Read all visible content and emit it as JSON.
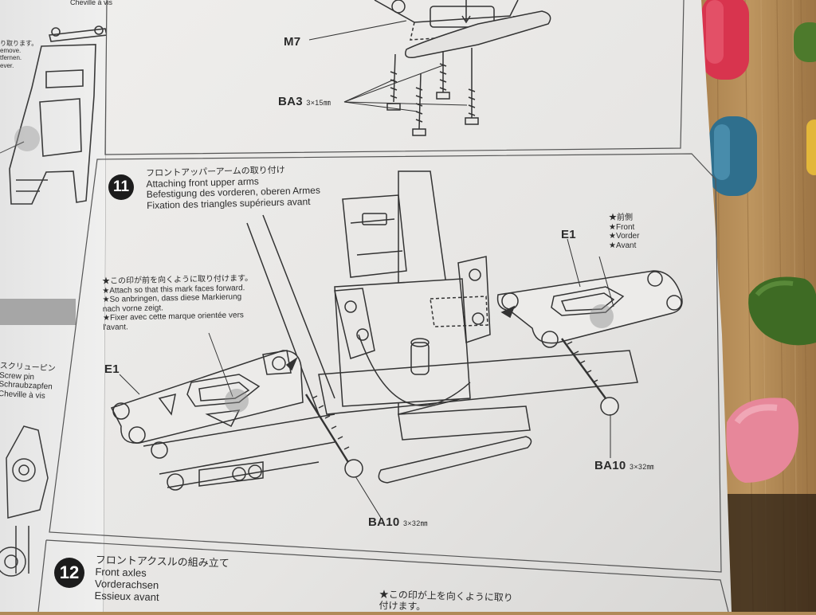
{
  "left_strip": {
    "top_caption": "Cheville à vis",
    "mid_note": [
      "り取ります。",
      "emove.",
      "tfernen.",
      "ever."
    ],
    "screw_caption": [
      "スクリューピン",
      "Screw pin",
      "Schraubzapfen",
      "Cheville à vis"
    ]
  },
  "top_step": {
    "part_label": "M7",
    "screw_label": "BA3",
    "screw_size": "3×15㎜"
  },
  "step11": {
    "number": "11",
    "titles": [
      "フロントアッパーアームの取り付け",
      "Attaching front upper arms",
      "Befestigung des vorderen, oberen Armes",
      "Fixation des triangles supérieurs avant"
    ],
    "front_note": [
      "★前側",
      "★Front",
      "★Vorder",
      "★Avant"
    ],
    "mark_note": [
      "★この印が前を向くように取り付けます。",
      "★Attach so that this mark faces forward.",
      "★So anbringen, dass diese Markierung",
      "nach vorne zeigt.",
      "★Fixer avec cette marque orientée vers",
      "l'avant."
    ],
    "arm_left_label": "E1",
    "arm_right_label": "E1",
    "screw_right_label": "BA10",
    "screw_right_size": "3×32㎜",
    "screw_bottom_label": "BA10",
    "screw_bottom_size": "3×32㎜"
  },
  "step12": {
    "number": "12",
    "titles": [
      "フロントアクスルの組み立て",
      "Front axles",
      "Vorderachsen",
      "Essieux avant"
    ],
    "note": [
      "★この印が上を向くように取り",
      "付けます。"
    ]
  },
  "colors": {
    "paper": "#e9e8e6",
    "ink": "#2b2b2b",
    "table": "#b08a58"
  }
}
